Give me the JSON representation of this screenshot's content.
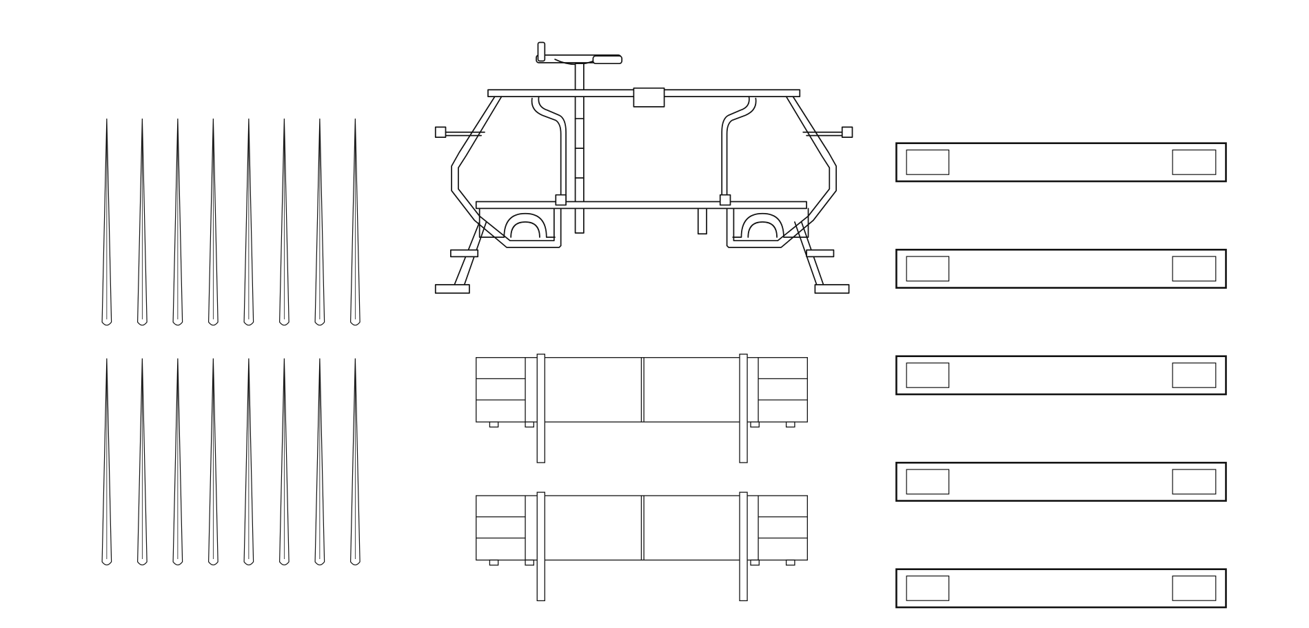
{
  "colors": {
    "background": "#ffffff",
    "stroke": "#111111",
    "fill": "#ffffff"
  },
  "parts": {
    "spokes": {
      "shape": "tapered-rod",
      "count": 16,
      "rows": 2,
      "per_row": 8
    },
    "frame": {
      "shape": "tandem-pedal-frame",
      "count": 1
    },
    "rails": {
      "shape": "bench-rail",
      "count": 2
    },
    "slats": {
      "shape": "slat-board",
      "count": 5
    }
  }
}
